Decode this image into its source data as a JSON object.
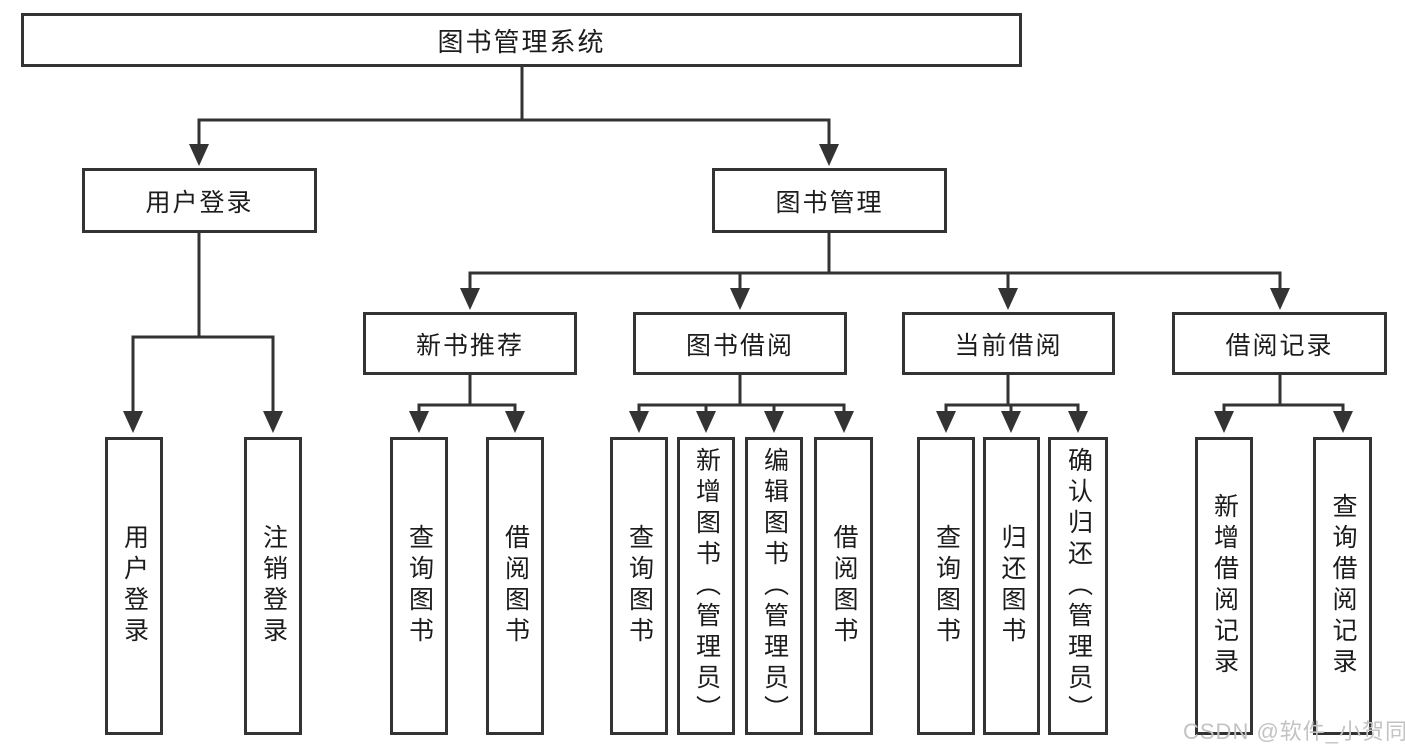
{
  "tree": {
    "root": {
      "label": "图书管理系统"
    },
    "user_login": {
      "label": "用户登录",
      "children": [
        {
          "label": "用户登录"
        },
        {
          "label": "注销登录"
        }
      ]
    },
    "book_mgmt": {
      "label": "图书管理",
      "sections": [
        {
          "label": "新书推荐",
          "children": [
            {
              "label": "查询图书"
            },
            {
              "label": "借阅图书"
            }
          ]
        },
        {
          "label": "图书借阅",
          "children": [
            {
              "label": "查询图书"
            },
            {
              "label": "新增图书（管理员）"
            },
            {
              "label": "编辑图书（管理员）"
            },
            {
              "label": "借阅图书"
            }
          ]
        },
        {
          "label": "当前借阅",
          "children": [
            {
              "label": "查询图书"
            },
            {
              "label": "归还图书"
            },
            {
              "label": "确认归还（管理员）"
            }
          ]
        },
        {
          "label": "借阅记录",
          "children": [
            {
              "label": "新增借阅记录"
            },
            {
              "label": "查询借阅记录"
            }
          ]
        }
      ]
    }
  },
  "watermark": {
    "text": "CSDN @软件_小贺同学"
  },
  "colors": {
    "line": "#333333",
    "text": "#1c1c1c",
    "watermark": "#c3c3c3",
    "background": "#ffffff"
  }
}
